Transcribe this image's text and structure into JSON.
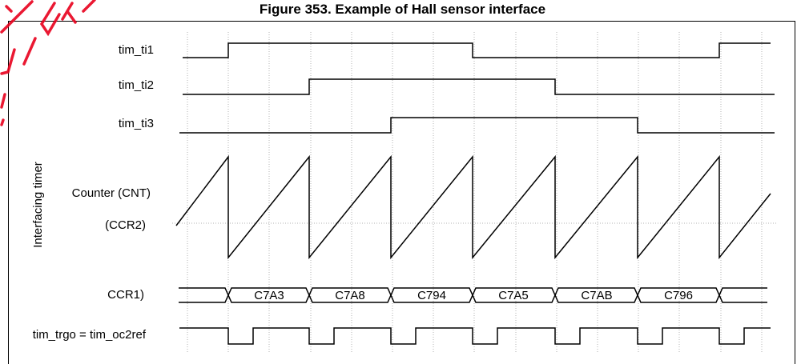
{
  "title": "Figure 353. Example of Hall sensor interface",
  "group_label": "Interfacing timer",
  "signals": {
    "ti1": "tim_ti1",
    "ti2": "tim_ti2",
    "ti3": "tim_ti3",
    "cnt": "Counter (CNT)",
    "ccr2": "(CCR2)",
    "ccr1": "CCR1)",
    "trgo": "tim_trgo = tim_oc2ref"
  },
  "ccr1_values": [
    "C7A3",
    "C7A8",
    "C794",
    "C7A5",
    "C7AB",
    "C796"
  ],
  "colors": {
    "line": "#000000",
    "grid": "#b0b0b0",
    "watermark": "#e8001c"
  }
}
